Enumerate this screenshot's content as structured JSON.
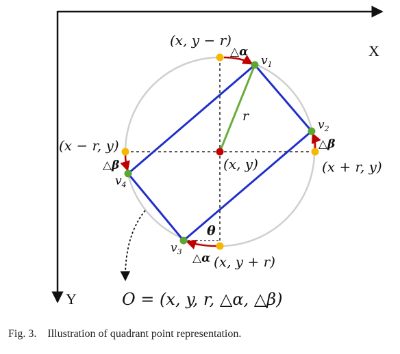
{
  "axes": {
    "x_label": "X",
    "y_label": "Y"
  },
  "labels": {
    "top": "(x, y − r)",
    "right": "(x + r, y)",
    "left": "(x − r, y)",
    "bottom": "(x, y + r)",
    "center": "(x, y)",
    "radius": "r",
    "theta": "θ",
    "delta_alpha": "△α",
    "delta_beta": "△β",
    "v1": "v",
    "v1_sub": "1",
    "v2": "v",
    "v2_sub": "2",
    "v3": "v",
    "v3_sub": "3",
    "v4": "v",
    "v4_sub": "4",
    "formula": "O = (x, y, r, △α, △β)"
  },
  "caption": {
    "label": "Fig. 3.",
    "text": "Illustration of quadrant point representation."
  },
  "colors": {
    "rectangle": "#1f2fc8",
    "radius": "#6aab3e",
    "circle": "#cfcfcf",
    "center": "#c00000",
    "arrow": "#c00000",
    "quadrant_point": "#f5b700",
    "vertex": "#5aa832"
  }
}
